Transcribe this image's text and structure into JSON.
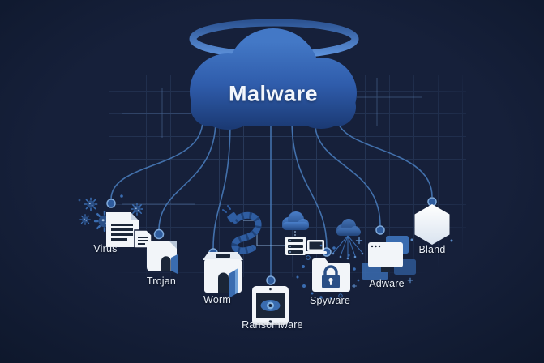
{
  "figure": {
    "type": "concept-diagram",
    "center": {
      "label": "Malware",
      "shape": "cloud-with-halo"
    },
    "branches": [
      {
        "label": "Virus",
        "icon": "virus-infected-documents-icon"
      },
      {
        "label": "Trojan",
        "icon": "trojan-file-icon"
      },
      {
        "label": "Worm",
        "icon": "worm-box-icon"
      },
      {
        "label": "Ransomware",
        "icon": "ransomware-tablet-eye-icon"
      },
      {
        "label": "Spyware",
        "icon": "spyware-locked-folder-icon"
      },
      {
        "label": "Adware",
        "icon": "adware-popup-windows-icon"
      },
      {
        "label": "Bland",
        "icon": "hexagon-block-icon"
      }
    ],
    "edges": [
      {
        "from": "Malware",
        "to": "Virus"
      },
      {
        "from": "Malware",
        "to": "Trojan"
      },
      {
        "from": "Malware",
        "to": "Worm"
      },
      {
        "from": "Malware",
        "to": "Ransomware"
      },
      {
        "from": "Malware",
        "to": "Spyware"
      },
      {
        "from": "Malware",
        "to": "Adware"
      },
      {
        "from": "Malware",
        "to": "Bland"
      }
    ],
    "colors": {
      "background": "#16203a",
      "cloud_top": "#4378c6",
      "cloud_mid": "#2f5cab",
      "cloud_bottom": "#1b3a74",
      "halo": "#5e93dd",
      "connector": "#4779b8",
      "grid": "#6f9bd6",
      "icon_white": "#f2f5f9",
      "icon_dark": "#1b2638",
      "icon_blue": "#3a6cb0",
      "label_text": "#e8edf4"
    }
  }
}
